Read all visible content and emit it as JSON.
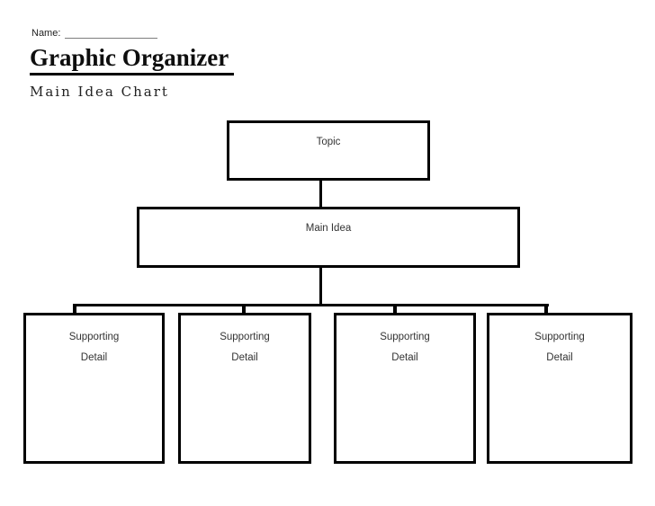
{
  "header": {
    "name_label": "Name:",
    "title": "Graphic Organizer",
    "subtitle": "Main Idea Chart"
  },
  "organizer": {
    "topic": {
      "label": "Topic"
    },
    "main_idea": {
      "label": "Main Idea"
    },
    "supporting_details": [
      {
        "line1": "Supporting",
        "line2": "Detail"
      },
      {
        "line1": "Supporting",
        "line2": "Detail"
      },
      {
        "line1": "Supporting",
        "line2": "Detail"
      },
      {
        "line1": "Supporting",
        "line2": "Detail"
      }
    ]
  },
  "colors": {
    "box_border": "#000000",
    "connector_line": "#000000",
    "box_text": "#333333",
    "title_text": "#0e0e0e",
    "background": "#ffffff"
  }
}
